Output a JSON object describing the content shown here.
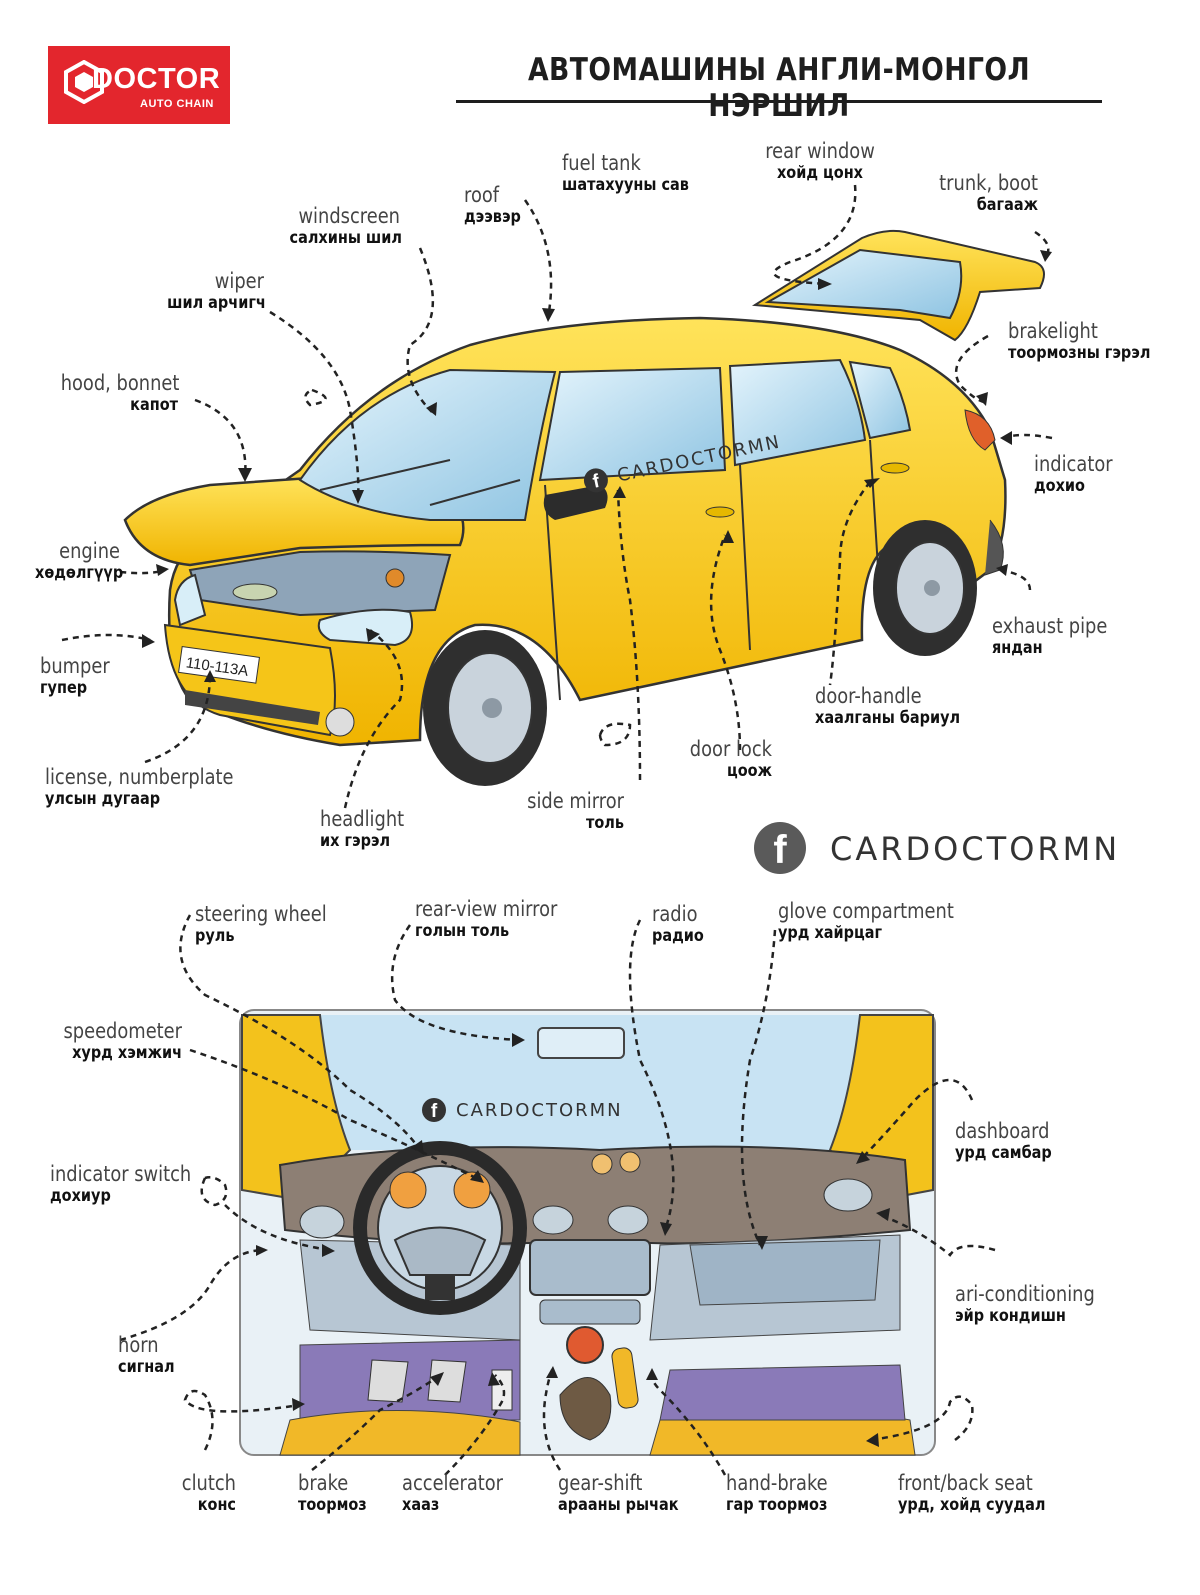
{
  "header": {
    "logo_brand": "DOCTOR",
    "logo_sub": "AUTO CHAIN",
    "title": "АВТОМАШИНЫ АНГЛИ-МОНГОЛ НЭРШИЛ"
  },
  "watermark": "CARDOCTORMN",
  "social": {
    "icon": "facebook-icon",
    "letter": "f",
    "name": "CARDOCTORMN"
  },
  "colors": {
    "logo_red": "#e3262d",
    "car_yellow": "#f5c518",
    "glass_blue": "#bfe0f2"
  },
  "exterior": {
    "fuel_tank": {
      "en": "fuel tank",
      "mn": "шатахууны сав"
    },
    "rear_window": {
      "en": "rear window",
      "mn": "хойд цонх"
    },
    "roof": {
      "en": "roof",
      "mn": "дээвэр"
    },
    "trunk": {
      "en": "trunk, boot",
      "mn": "багааж"
    },
    "windscreen": {
      "en": "windscreen",
      "mn": "салхины шил"
    },
    "wiper": {
      "en": "wiper",
      "mn": "шил арчигч"
    },
    "brakelight": {
      "en": "brakelight",
      "mn": "тоормозны гэрэл"
    },
    "hood": {
      "en": "hood, bonnet",
      "mn": "капот"
    },
    "indicator": {
      "en": "indicator",
      "mn": "дохио"
    },
    "engine": {
      "en": "engine",
      "mn": "хөдөлгүүр"
    },
    "exhaust": {
      "en": "exhaust pipe",
      "mn": "яндан"
    },
    "bumper": {
      "en": "bumper",
      "mn": "гупер"
    },
    "door_handle": {
      "en": "door-handle",
      "mn": "хаалганы бариул"
    },
    "door_lock": {
      "en": "door lock",
      "mn": "цоож"
    },
    "license": {
      "en": "license, numberplate",
      "mn": "улсын дугаар"
    },
    "side_mirror": {
      "en": "side mirror",
      "mn": "толь"
    },
    "headlight": {
      "en": "headlight",
      "mn": "их гэрэл"
    },
    "plate_text": "110-113А"
  },
  "interior": {
    "steering": {
      "en": "steering wheel",
      "mn": "руль"
    },
    "rearview": {
      "en": "rear-view mirror",
      "mn": "голын толь"
    },
    "radio": {
      "en": "radio",
      "mn": "радио"
    },
    "glove": {
      "en": "glove compartment",
      "mn": "урд хайрцаг"
    },
    "speedometer": {
      "en": "speedometer",
      "mn": "хурд хэмжич"
    },
    "dashboard": {
      "en": "dashboard",
      "mn": "урд самбар"
    },
    "indicator_switch": {
      "en": "indicator switch",
      "mn": "дохиур"
    },
    "aircon": {
      "en": "ari-conditioning",
      "mn": "эйр кондишн"
    },
    "horn": {
      "en": "horn",
      "mn": "сигнал"
    },
    "clutch": {
      "en": "clutch",
      "mn": "конс"
    },
    "brake": {
      "en": "brake",
      "mn": "тоормоз"
    },
    "accelerator": {
      "en": "accelerator",
      "mn": "хааз"
    },
    "gearshift": {
      "en": "gear-shift",
      "mn": "арааны рычак"
    },
    "handbrake": {
      "en": "hand-brake",
      "mn": "гар тоормоз"
    },
    "seat": {
      "en": "front/back seat",
      "mn": "урд, хойд суудал"
    }
  }
}
